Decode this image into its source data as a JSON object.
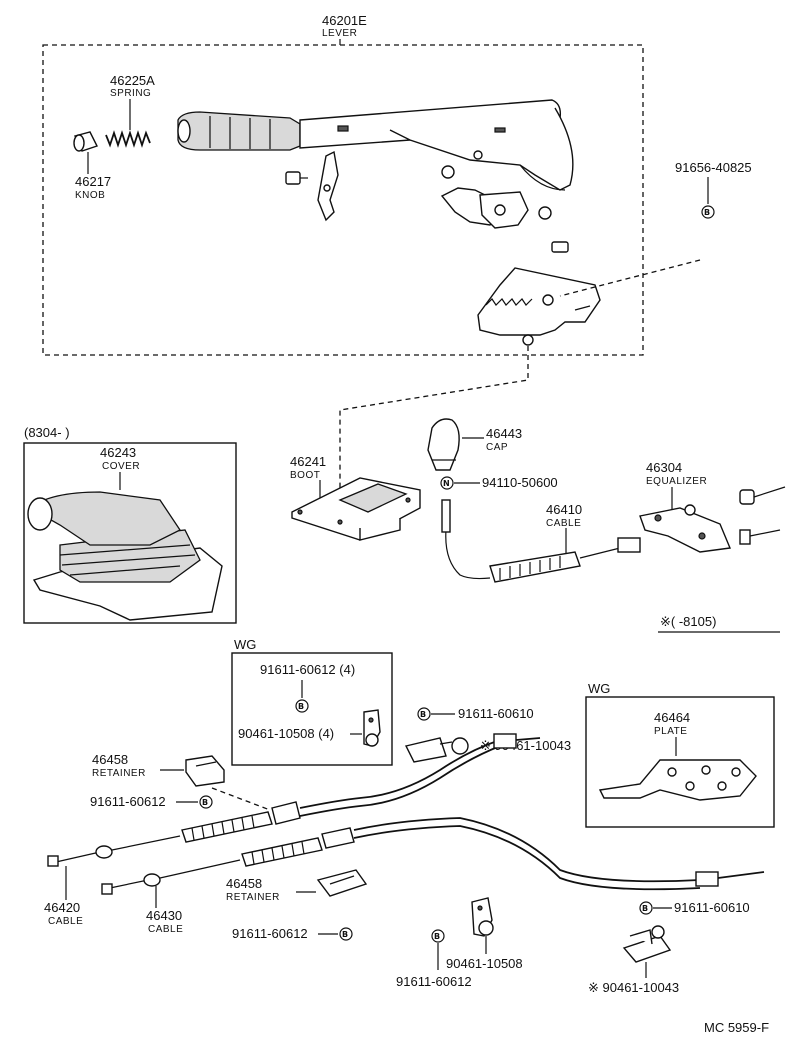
{
  "lever": {
    "pn": "46201E",
    "name": "LEVER"
  },
  "spring": {
    "pn": "46225A",
    "name": "SPRING"
  },
  "knob": {
    "pn": "46217",
    "name": "KNOB"
  },
  "screw_b_top": {
    "pn": "91656-40825",
    "mark": "B"
  },
  "cover_range": "(8304-        )",
  "cover": {
    "pn": "46243",
    "name": "COVER"
  },
  "boot": {
    "pn": "46241",
    "name": "BOOT"
  },
  "cap": {
    "pn": "46443",
    "name": "CAP"
  },
  "nut_n": {
    "pn": "94110-50600",
    "mark": "N"
  },
  "equalizer": {
    "pn": "46304",
    "name": "EQUALIZER"
  },
  "cable_center": {
    "pn": "46410",
    "name": "CABLE"
  },
  "note_range": "※(        -8105)",
  "wg_left": {
    "label": "WG",
    "bolt": {
      "pn": "91611-60612 (4)",
      "mark": "B"
    },
    "clamp": {
      "pn": "90461-10508 (4)"
    }
  },
  "bolt_mid": {
    "pn": "91611-60610",
    "mark": "B"
  },
  "clip_mid": {
    "pn": "※ 90461-10043"
  },
  "wg_right": {
    "label": "WG",
    "plate": {
      "pn": "46464",
      "name": "PLATE"
    }
  },
  "retainer_top": {
    "pn": "46458",
    "name": "RETAINER"
  },
  "bolt_ret_top": {
    "pn": "91611-60612",
    "mark": "B"
  },
  "cable_left": {
    "pn": "46420",
    "name": "CABLE"
  },
  "cable_right": {
    "pn": "46430",
    "name": "CABLE"
  },
  "retainer_bottom": {
    "pn": "46458",
    "name": "RETAINER"
  },
  "bolt_bottom_left": {
    "pn": "91611-60612",
    "mark": "B"
  },
  "clamp_bottom": {
    "pn": "90461-10508"
  },
  "bolt_bottom_mid": {
    "pn": "91611-60612",
    "mark": "B"
  },
  "bolt_bottom_right": {
    "pn": "91611-60610",
    "mark": "B"
  },
  "clip_bottom_right": {
    "pn": "※ 90461-10043"
  },
  "figure_code": "MC  5959-F"
}
